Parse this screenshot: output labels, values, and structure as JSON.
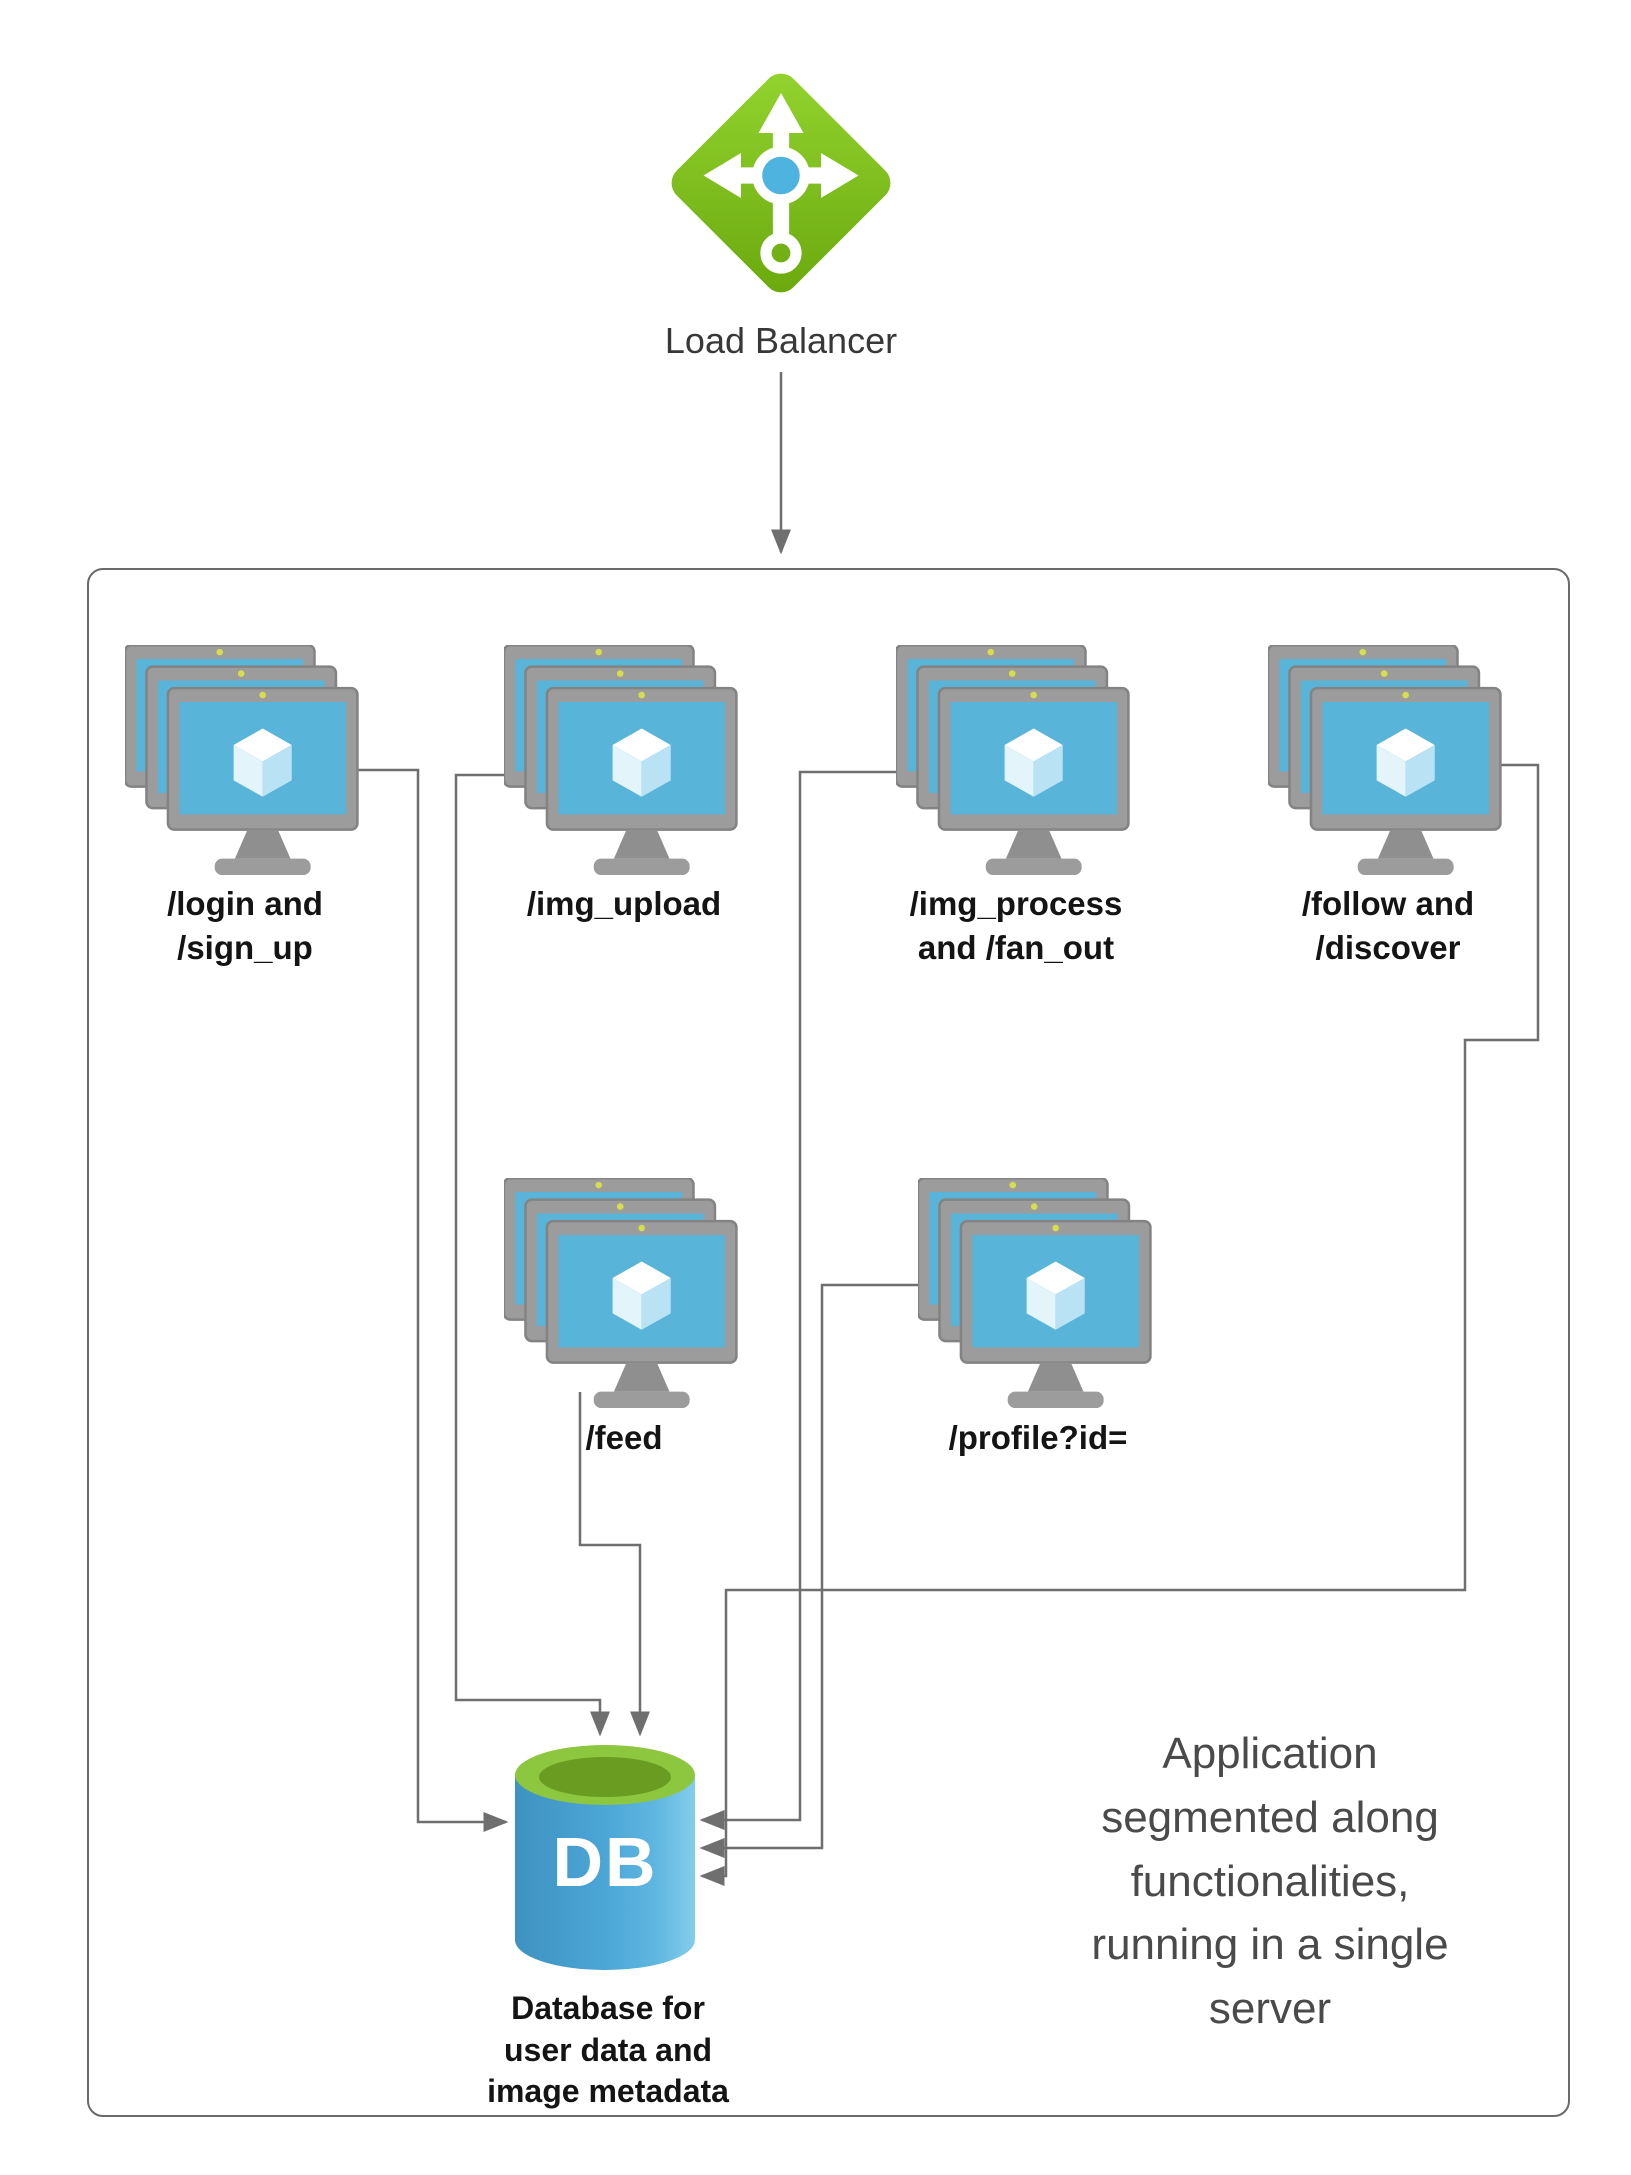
{
  "diagram": {
    "load_balancer": {
      "label": "Load Balancer"
    },
    "server_groups": [
      {
        "id": "login",
        "label": "/login and\n/sign_up"
      },
      {
        "id": "img_upload",
        "label": "/img_upload"
      },
      {
        "id": "img_process",
        "label": "/img_process\nand /fan_out"
      },
      {
        "id": "follow",
        "label": "/follow and\n/discover"
      },
      {
        "id": "feed",
        "label": "/feed"
      },
      {
        "id": "profile",
        "label": "/profile?id="
      }
    ],
    "database": {
      "icon_text": "DB",
      "label": "Database for\nuser data and\nimage metadata"
    },
    "annotation": "Application\nsegmented along\nfunctionalities,\nrunning in a single\nserver",
    "icons": {
      "load_balancer": "load-balancer-diamond-icon",
      "server_group": "vm-monitor-stack-icon",
      "database": "database-cylinder-icon"
    },
    "colors": {
      "lb_green": "#7db51c",
      "screen_blue": "#59b4d9",
      "db_blue": "#4aa6d6",
      "db_top_green": "#8dc63f",
      "connector_gray": "#6f6f6f",
      "label_black": "#141414",
      "annotation_gray": "#4a4a4a"
    }
  }
}
